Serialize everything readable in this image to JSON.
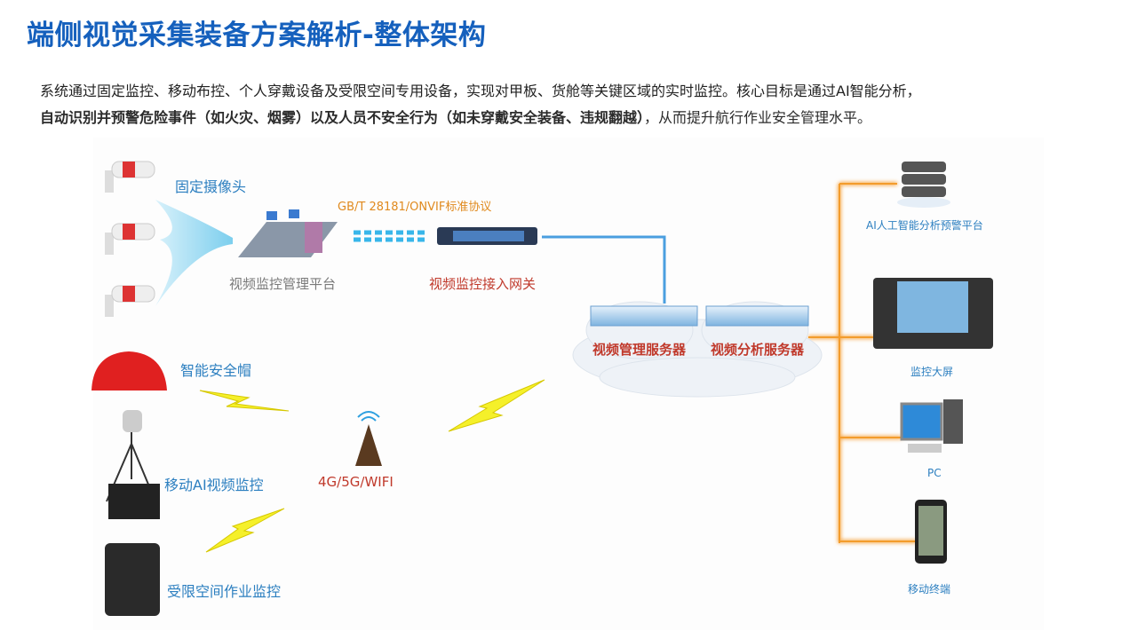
{
  "title": "端侧视觉采集装备方案解析-整体架构",
  "intro": {
    "line1": "系统通过固定监控、移动布控、个人穿戴设备及受限空间专用设备，实现对甲板、货舱等关键区域的实时监控。核心目标是通过AI智能分析，",
    "line2_bold": "自动识别并预警危险事件（如火灾、烟雾）以及人员不安全行为（如未穿戴安全装备、违规翻越）",
    "line2_rest": "，从而提升航行作业安全管理水平。"
  },
  "diagram": {
    "fixed_camera": "固定摄像头",
    "protocol": "GB/T 28181/ONVIF标准协议",
    "vms_platform": "视频监控管理平台",
    "access_gateway": "视频监控接入网关",
    "mgmt_server": "视频管理服务器",
    "analysis_server": "视频分析服务器",
    "smart_helmet": "智能安全帽",
    "mobile_ai": "移动AI视频监控",
    "wireless": "4G/5G/WIFI",
    "confined_space": "受限空间作业监控",
    "ai_platform": "AI人工智能分析预警平台",
    "video_wall": "监控大屏",
    "pc": "PC",
    "mobile_terminal": "移动终端"
  },
  "colors": {
    "title": "#1560bd",
    "link_orange": "#f7a94a",
    "link_blue": "#4a9fe0",
    "label_red": "#c0392b",
    "label_blue": "#2c7fc0"
  }
}
